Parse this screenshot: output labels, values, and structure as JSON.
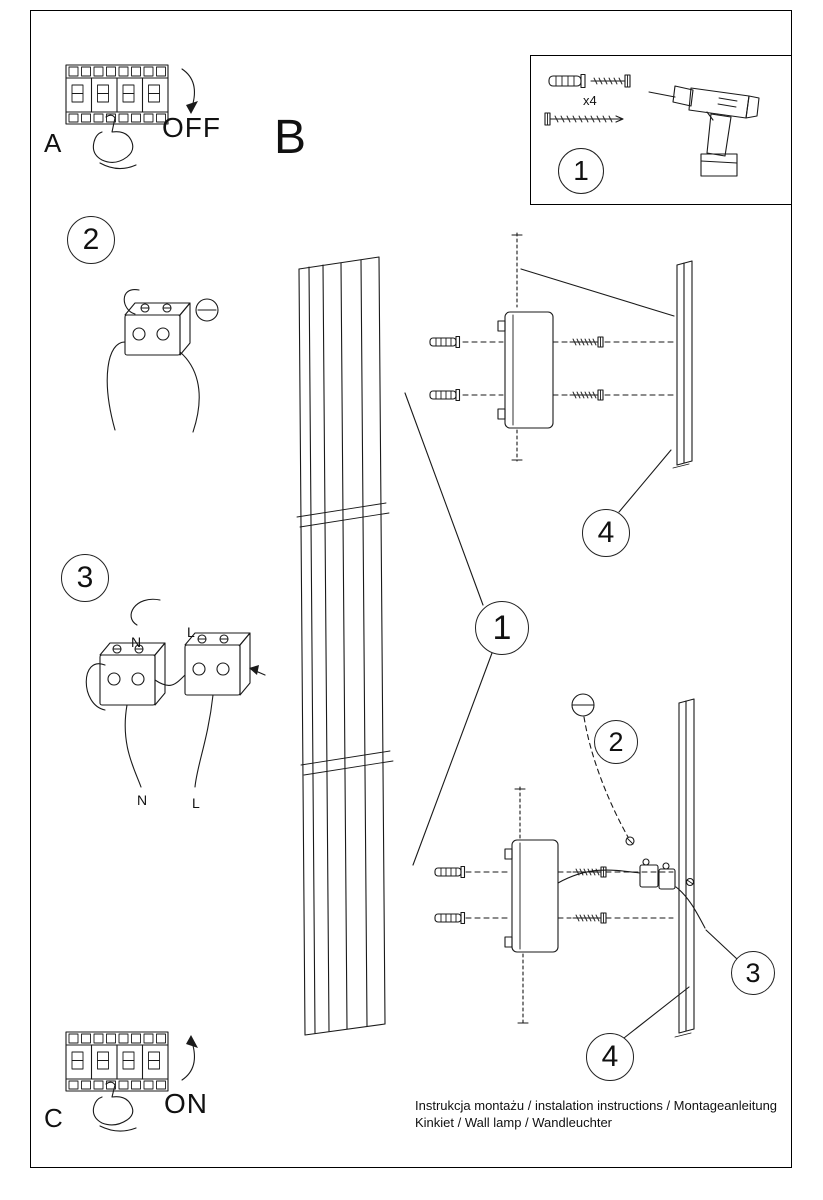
{
  "labels": {
    "a": "A",
    "b": "B",
    "c": "C",
    "off": "OFF",
    "on": "ON",
    "qty": "x4",
    "n": "N",
    "l": "L"
  },
  "steps": {
    "one": "1",
    "two": "2",
    "three": "3",
    "four": "4"
  },
  "footer": {
    "line1": "Instrukcja montażu / instalation instructions / Montageanleitung",
    "line2": "Kinkiet / Wall lamp / Wandleuchter"
  }
}
